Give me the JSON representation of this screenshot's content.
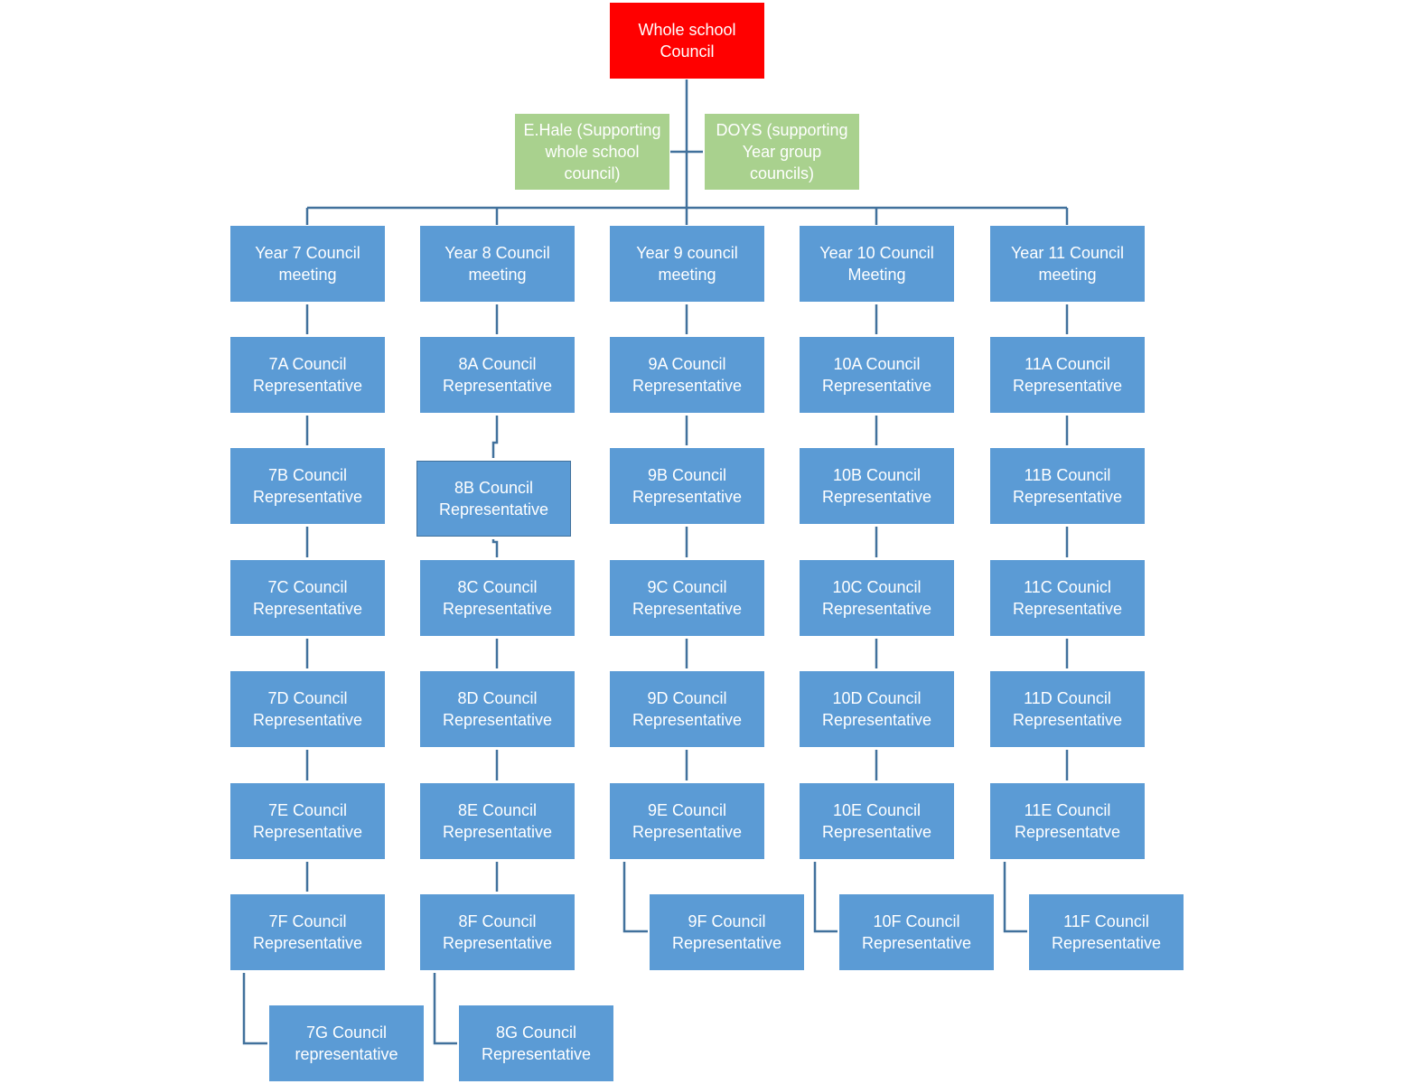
{
  "root": {
    "label": "Whole school\nCouncil",
    "color": "#ff0000"
  },
  "support": [
    {
      "label": "E.Hale (Supporting\nwhole school\ncouncil)",
      "color": "#a9d18e"
    },
    {
      "label": "DOYS (supporting\nYear group\ncouncils)",
      "color": "#a9d18e"
    }
  ],
  "node_color": "#5b9bd5",
  "line_color": "#41719c",
  "years": [
    {
      "meeting": "Year 7 Council\nmeeting",
      "reps": [
        "7A Council\nRepresentative",
        "7B Council\nRepresentative",
        "7C Council\nRepresentative",
        "7D Council\nRepresentative",
        "7E Council\nRepresentative",
        "7F Council\nRepresentative",
        "7G Council\nrepresentative"
      ]
    },
    {
      "meeting": "Year 8 Council\nmeeting",
      "reps": [
        "8A Council\nRepresentative",
        "8B Council\nRepresentative",
        "8C Council\nRepresentative",
        "8D Council\nRepresentative",
        "8E Council\nRepresentative",
        "8F Council\nRepresentative",
        "8G Council\nRepresentative"
      ]
    },
    {
      "meeting": "Year 9 council\nmeeting",
      "reps": [
        "9A Council\nRepresentative",
        "9B Council\nRepresentative",
        "9C Council\nRepresentative",
        "9D Council\nRepresentative",
        "9E Council\nRepresentative",
        "9F Council\nRepresentative"
      ]
    },
    {
      "meeting": "Year 10 Council\nMeeting",
      "reps": [
        "10A Council\nRepresentative",
        "10B Council\nRepresentative",
        "10C Council\nRepresentative",
        "10D Council\nRepresentative",
        "10E Council\nRepresentative",
        "10F Council\nRepresentative"
      ]
    },
    {
      "meeting": "Year 11 Council\nmeeting",
      "reps": [
        "11A Council\nRepresentative",
        "11B Council\nRepresentative",
        "11C Counicl\nRepresentative",
        "11D Council\nRepresentative",
        "11E Council\nRepresentatve",
        "11F Council\nRepresentative"
      ]
    }
  ]
}
